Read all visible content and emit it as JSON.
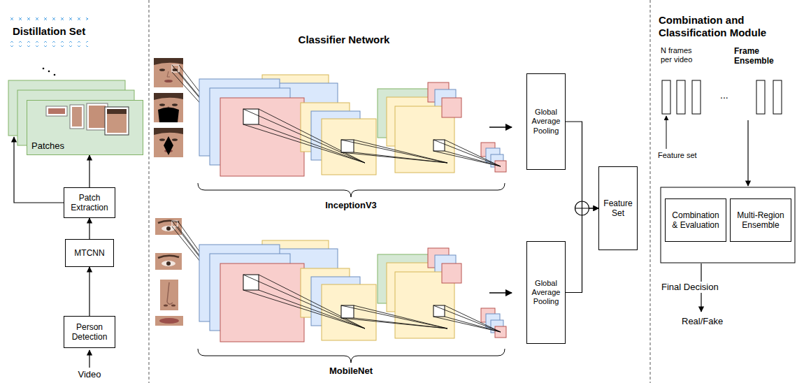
{
  "diagram": {
    "nodes": [
      {
        "text": [
          "Patches"
        ]
      },
      {
        "text": [
          "Patch Extraction"
        ]
      },
      {
        "text": [
          "MTCNN"
        ]
      },
      {
        "text": [
          "Person Detection"
        ]
      },
      {
        "text": [
          "Global Average Pooling"
        ]
      },
      {
        "text": [
          "Global Average Pooling"
        ]
      },
      {
        "text": [
          "Feature Set"
        ]
      },
      {
        "text": [
          "Combination & Evaluation"
        ]
      },
      {
        "text": [
          "Multi-Region Ensemble"
        ]
      }
    ],
    "edges": [
      {
        "from": 3,
        "to": 2,
        "arrow": "to"
      },
      {
        "from": 2,
        "to": 1,
        "arrow": "to"
      },
      {
        "from": 1,
        "to": 0,
        "arrow": "to"
      },
      {
        "from": 4,
        "to": 6,
        "arrow": "to"
      },
      {
        "from": 5,
        "to": 6,
        "arrow": "to"
      }
    ],
    "labels": [
      "Distillation Set",
      "Video",
      "Classifier Network",
      "InceptionV3",
      "MobileNet",
      "Combination and Classification Module",
      "N frames per video",
      "Frame Ensemble",
      "...",
      "Feature set",
      "Final Decision",
      "Real/Fake"
    ]
  }
}
